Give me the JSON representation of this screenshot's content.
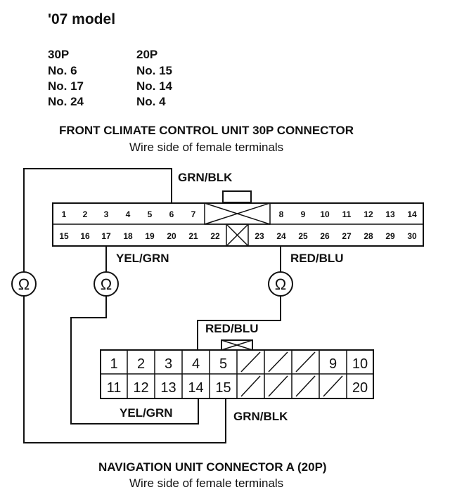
{
  "model": "'07 model",
  "pin_table": {
    "col1_header": "30P",
    "col2_header": "20P",
    "rows": [
      {
        "p30": "No. 6",
        "p20": "No. 15"
      },
      {
        "p30": "No. 17",
        "p20": "No. 14"
      },
      {
        "p30": "No. 24",
        "p20": "No. 4"
      }
    ]
  },
  "front_connector": {
    "title": "FRONT CLIMATE CONTROL UNIT 30P CONNECTOR",
    "subtitle": "Wire side of female terminals",
    "top_pins": [
      "1",
      "2",
      "3",
      "4",
      "5",
      "6",
      "7",
      "8",
      "9",
      "10",
      "11",
      "12",
      "13",
      "14"
    ],
    "bottom_pins": [
      "15",
      "16",
      "17",
      "18",
      "19",
      "20",
      "21",
      "22",
      "23",
      "24",
      "25",
      "26",
      "27",
      "28",
      "29",
      "30"
    ]
  },
  "nav_connector": {
    "title": "NAVIGATION UNIT CONNECTOR A (20P)",
    "subtitle": "Wire side of female terminals",
    "top_pins": [
      "1",
      "2",
      "3",
      "4",
      "5",
      "9",
      "10"
    ],
    "bottom_pins": [
      "11",
      "12",
      "13",
      "14",
      "15",
      "20"
    ]
  },
  "wire_labels": {
    "grn_blk_top": "GRN/BLK",
    "yel_grn_top": "YEL/GRN",
    "red_blu_top": "RED/BLU",
    "red_blu_bottom": "RED/BLU",
    "yel_grn_bottom": "YEL/GRN",
    "grn_blk_bottom": "GRN/BLK"
  },
  "ohm_symbol": "Ω"
}
